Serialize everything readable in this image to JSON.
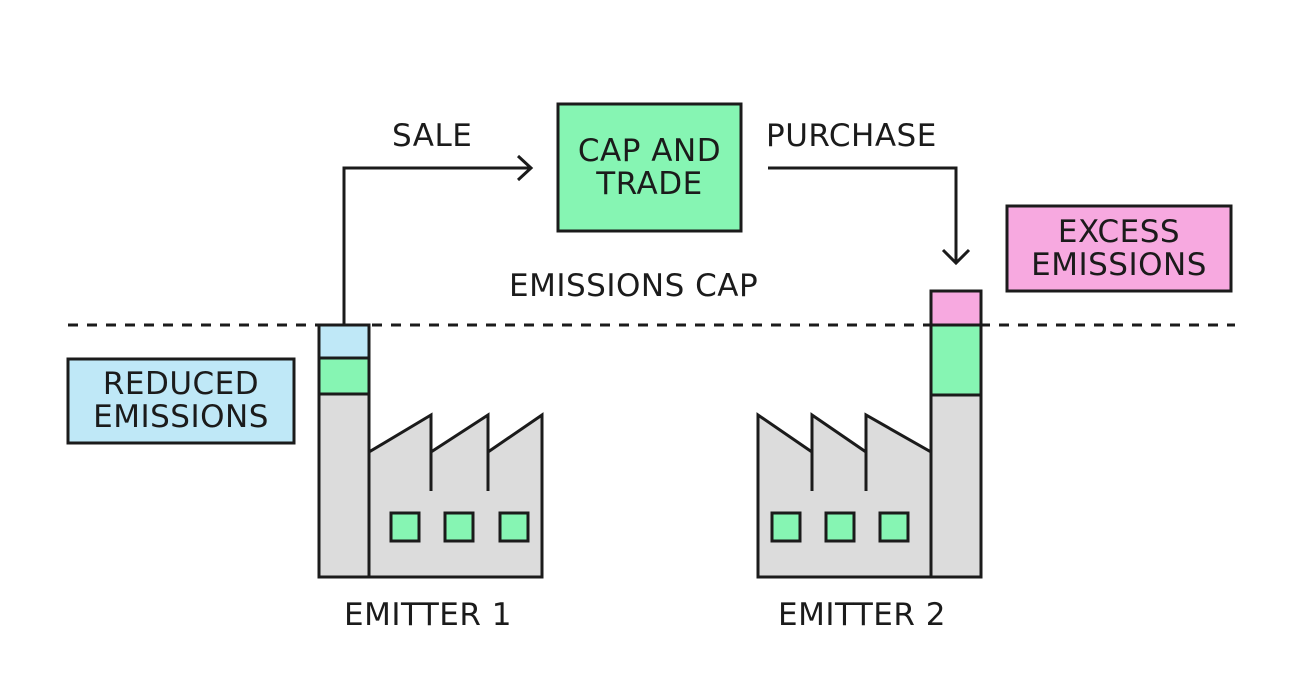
{
  "labels": {
    "sale": "SALE",
    "purchase": "PURCHASE",
    "cap_and_trade_line1": "CAP AND",
    "cap_and_trade_line2": "TRADE",
    "emissions_cap": "EMISSIONS CAP",
    "reduced_line1": "REDUCED",
    "reduced_line2": "EMISSIONS",
    "excess_line1": "EXCESS",
    "excess_line2": "EMISSIONS",
    "emitter1": "EMITTER 1",
    "emitter2": "EMITTER 2"
  },
  "colors": {
    "green": "#86f5b3",
    "blue": "#bfe8f7",
    "pink": "#f7a9e0",
    "gray": "#dcdcdc",
    "stroke": "#1b1b1b"
  }
}
